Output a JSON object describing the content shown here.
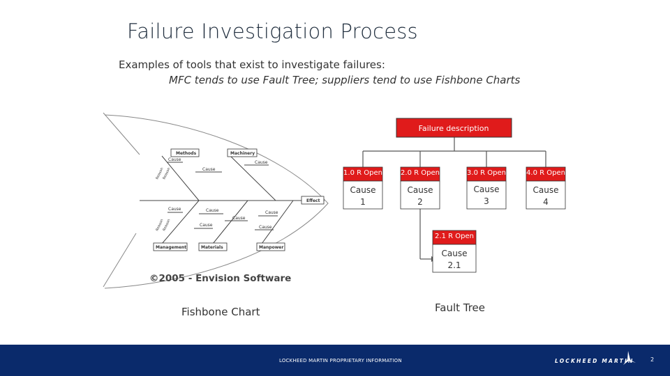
{
  "slide": {
    "title": "Failure Investigation Process",
    "subtitle": "Examples of tools that exist to investigate failures:",
    "subtitle_italic": "MFC tends to use Fault Tree; suppliers tend to use Fishbone Charts",
    "page_number": "2"
  },
  "fishbone": {
    "caption": "Fishbone Chart",
    "copyright": "©2005 - Envision Software",
    "categories": [
      "Methods",
      "Machinery",
      "Management",
      "Materials",
      "Manpower"
    ],
    "effect": "Effect",
    "cause_label": "Cause",
    "reason_label": "Reason"
  },
  "fault_tree": {
    "caption": "Fault Tree",
    "top": "Failure description",
    "nodes": [
      {
        "header": "1.0 R Open",
        "cause": "Cause",
        "num": "1"
      },
      {
        "header": "2.0 R Open",
        "cause": "Cause",
        "num": "2"
      },
      {
        "header": "3.0 R Open",
        "cause": "Cause",
        "num": "3"
      },
      {
        "header": "4.0 R Open",
        "cause": "Cause",
        "num": "4"
      }
    ],
    "sub_node": {
      "header": "2.1 R Open",
      "cause": "Cause",
      "num": "2.1"
    },
    "colors": {
      "header_fill": "#e01b1b",
      "header_text": "#ffffff",
      "line": "#555555"
    }
  },
  "footer": {
    "proprietary": "LOCKHEED MARTIN PROPRIETARY INFORMATION",
    "logo_text": "LOCKHEED MARTIN",
    "bar_color": "#0a2a6b"
  }
}
